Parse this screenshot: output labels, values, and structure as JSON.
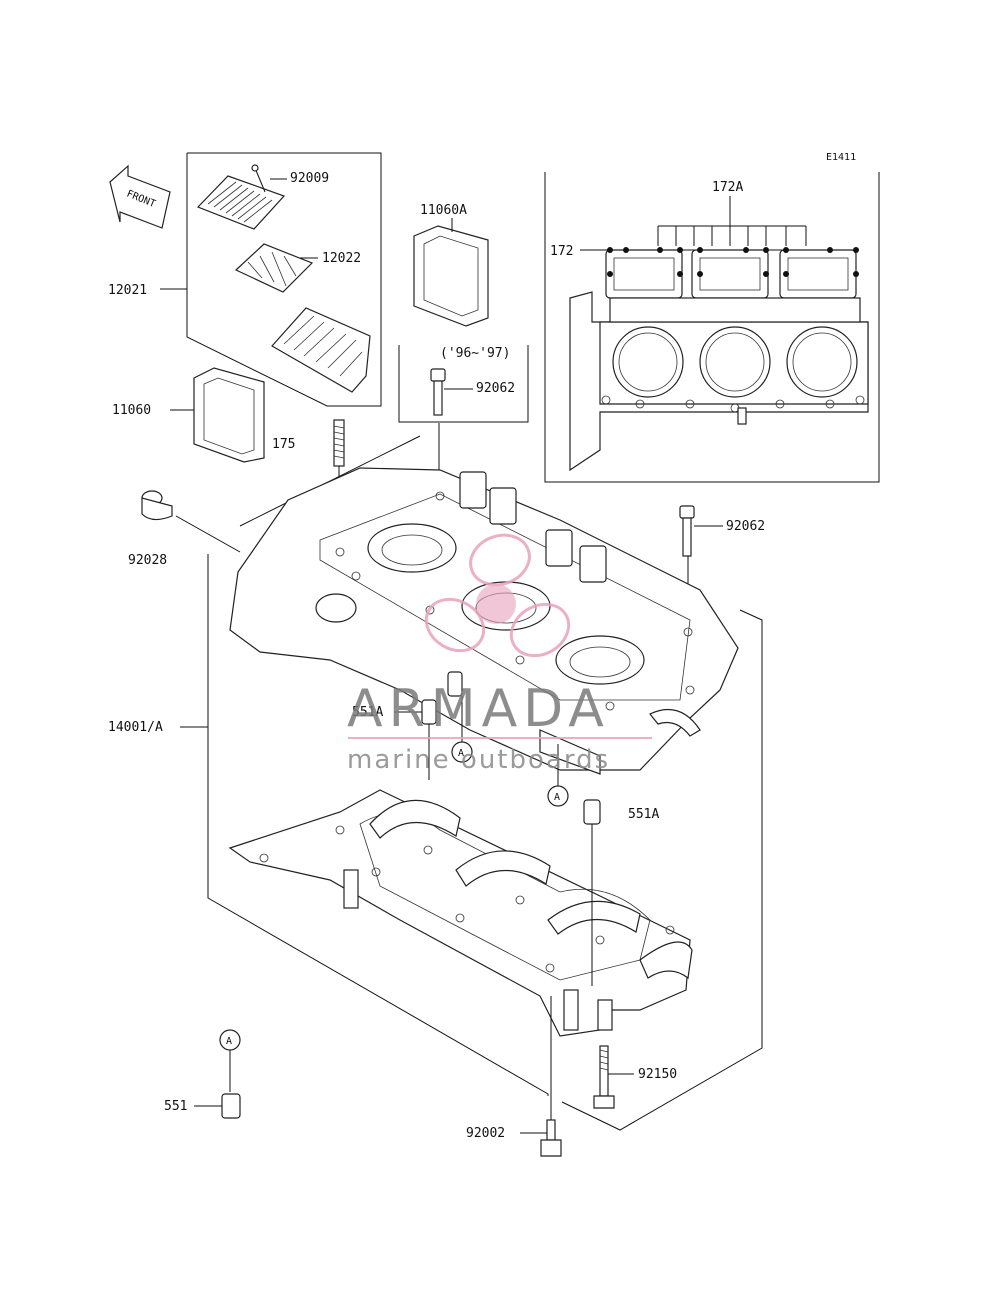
{
  "diagram": {
    "code": "E1411",
    "front_label": "FRONT",
    "year_note": "('96~'97)",
    "callouts": {
      "p92009": "92009",
      "p12022": "12022",
      "p12021": "12021",
      "p11060A": "11060A",
      "p172A": "172A",
      "p172": "172",
      "p92062_top": "92062",
      "p11060": "11060",
      "p175": "175",
      "p92028": "92028",
      "p92062_right": "92062",
      "p551A_left": "551A",
      "p551A_right": "551A",
      "p14001A": "14001/A",
      "p92150": "92150",
      "p551": "551",
      "p92002": "92002"
    },
    "ref_marks": {
      "a1": "A",
      "a2": "A",
      "a3": "A"
    }
  },
  "watermark": {
    "brand": "ARMADA",
    "tagline": "marine outboards",
    "color": "#e8a3bd",
    "text_color": "#8a8a8a"
  }
}
